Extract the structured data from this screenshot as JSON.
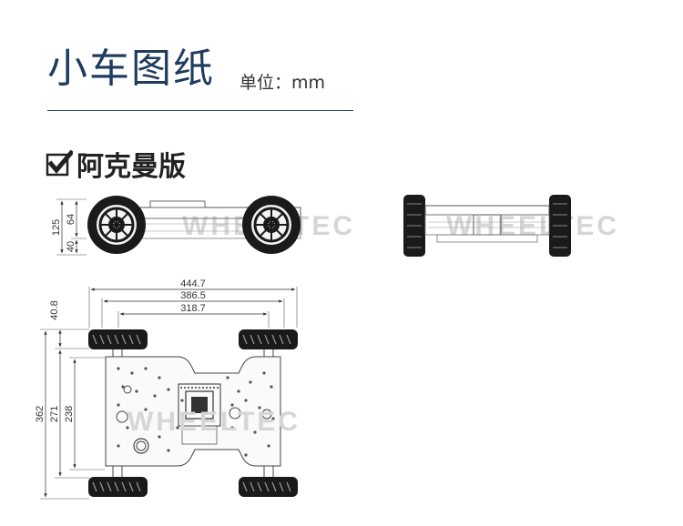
{
  "header": {
    "title": "小车图纸",
    "unit_label": "单位：mm"
  },
  "section": {
    "label": "阿克曼版",
    "icon": "checkbox-check-icon"
  },
  "side_view": {
    "dims": {
      "total_height": "125",
      "upper_height": "64",
      "lower_height": "40"
    }
  },
  "front_view": {},
  "top_view": {
    "dims": {
      "overall_width": "444.7",
      "track_width": "386.5",
      "inner_width": "318.7",
      "wheel_offset": "40.8",
      "overall_length": "362",
      "wheelbase": "271",
      "chassis_length": "238"
    }
  },
  "watermark": "WHEELTEC",
  "colors": {
    "title": "#1f3c5f",
    "line": "#333333",
    "wheel": "#1a1a1a",
    "watermark": "#d6d6d6"
  }
}
